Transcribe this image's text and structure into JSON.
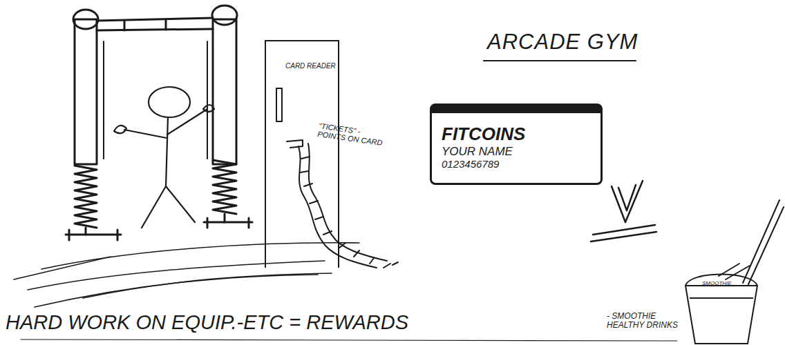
{
  "diagram": {
    "title": "ARCADE GYM",
    "nodes": [
      {
        "text": [
          "CARD READER"
        ]
      },
      {
        "text": [
          "FITCOINS",
          "YOUR NAME",
          "0123456789"
        ]
      },
      {
        "text": [
          "SMOOTHIE"
        ]
      }
    ],
    "labels": [
      "\"TICKETS\" - POINTS ON CARD",
      "HARD WORK ON EQUIP.-ETC = REWARDS",
      "- SMOOTHIE HEALTHY DRINKS"
    ]
  }
}
